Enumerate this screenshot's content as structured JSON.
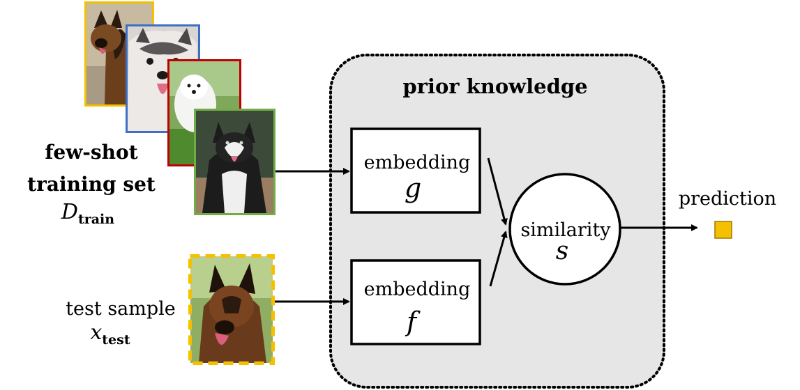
{
  "prior_knowledge": {
    "title": "prior knowledge",
    "fill": "#e6e6e6"
  },
  "training": {
    "title_line1": "few-shot",
    "title_line2": "training set",
    "symbol": "D",
    "subscript": "train",
    "photos": [
      {
        "name": "german-shepherd-standing",
        "border": "#f5c000"
      },
      {
        "name": "husky-puppy",
        "border": "#3f6fc4"
      },
      {
        "name": "white-samoyed-puppy",
        "border": "#c00000"
      },
      {
        "name": "alaskan-malamute",
        "border": "#70ad47"
      }
    ]
  },
  "test": {
    "label": "test sample",
    "symbol": "x",
    "subscript": "test",
    "border": "#f5c000"
  },
  "embedding_g": {
    "label": "embedding",
    "symbol": "g"
  },
  "embedding_f": {
    "label": "embedding",
    "symbol": "f"
  },
  "similarity": {
    "label": "similarity",
    "symbol": "s"
  },
  "prediction": {
    "label": "prediction",
    "color": "#f5c000"
  }
}
